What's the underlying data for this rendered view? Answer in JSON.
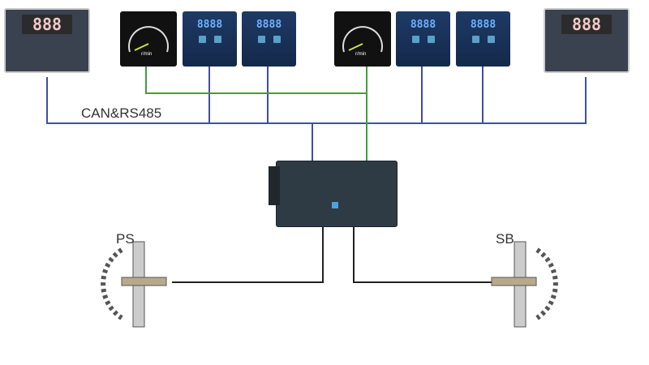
{
  "bus_label": "CAN&RS485",
  "sensor_left_label": "PS",
  "sensor_right_label": "SB",
  "tachometer_display": "888",
  "panel_display": "8888",
  "gauge_unit": "r/min",
  "colors": {
    "can_bus": "#3e4fa3",
    "green_bus": "#3aa33a",
    "wire": "#222222"
  }
}
